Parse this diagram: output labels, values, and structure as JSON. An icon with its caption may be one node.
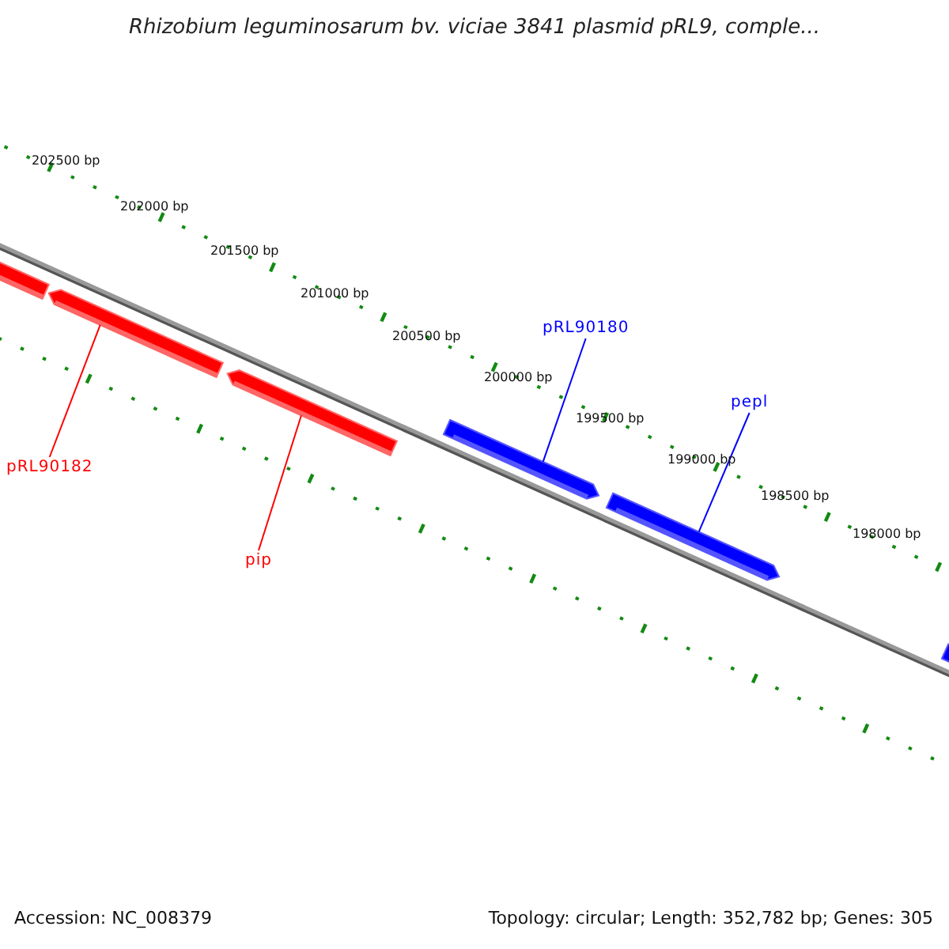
{
  "diagram": {
    "title": "Rhizobium leguminosarum bv. viciae 3841 plasmid pRL9, comple...",
    "nodes": [
      {
        "text": [
          "pRL90180"
        ]
      },
      {
        "text": [
          "pepl"
        ]
      },
      {
        "text": [
          "pRL90182"
        ]
      },
      {
        "text": [
          "pip"
        ]
      },
      {
        "text": [],
        "shape": "bar"
      },
      {
        "text": [],
        "shape": "bar"
      },
      {
        "text": [],
        "shape": "bar"
      },
      {
        "text": [],
        "shape": "bar"
      },
      {
        "text": [],
        "shape": "bar"
      },
      {
        "text": [],
        "shape": "bar"
      }
    ],
    "edges": [
      {
        "from": 0,
        "to": 7,
        "arrow": "none",
        "color": "#0000ff"
      },
      {
        "from": 1,
        "to": 8,
        "arrow": "none",
        "color": "#0000ff"
      },
      {
        "from": 2,
        "to": 5,
        "arrow": "none",
        "color": "#ff0000"
      },
      {
        "from": 3,
        "to": 6,
        "arrow": "none",
        "color": "#ff0000"
      }
    ],
    "labels": [
      "202500 bp",
      "202000 bp",
      "201500 bp",
      "201000 bp",
      "200500 bp",
      "200000 bp",
      "199500 bp",
      "199000 bp",
      "198500 bp",
      "198000 bp",
      "Accession: NC_008379",
      "Topology: circular; Length: 352,782 bp; Genes: 305"
    ]
  }
}
